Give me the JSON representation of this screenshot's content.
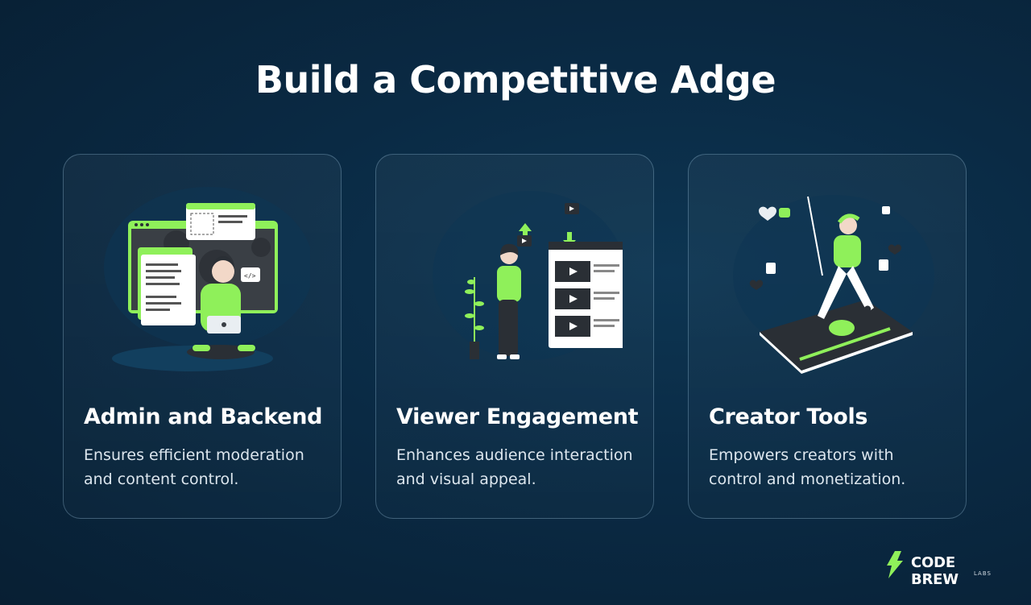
{
  "page": {
    "title": "Build a Competitive Adge"
  },
  "colors": {
    "accent_green": "#8ff05a",
    "background": "#0a2a44",
    "text": "#ffffff"
  },
  "cards": [
    {
      "heading": "Admin and Backend",
      "description": "Ensures efficient moderation and content control.",
      "illustration": "admin-dashboard-illustration"
    },
    {
      "heading": "Viewer Engagement",
      "description": "Enhances audience interaction and visual appeal.",
      "illustration": "viewer-engagement-illustration"
    },
    {
      "heading": "Creator Tools",
      "description": "Empowers creators with control and monetization.",
      "illustration": "creator-tools-illustration"
    }
  ],
  "logo": {
    "brand": "CODE BREW",
    "sub": "LABS"
  }
}
